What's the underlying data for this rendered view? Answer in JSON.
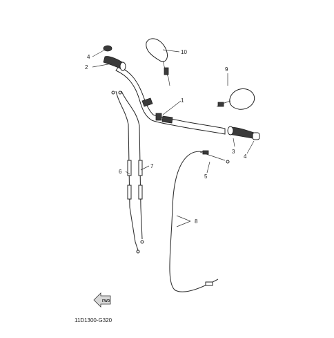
{
  "diagram_code": "11D1300-G320",
  "fwd_label": "FWD",
  "callouts": [
    {
      "id": "c1",
      "label": "1"
    },
    {
      "id": "c2",
      "label": "2"
    },
    {
      "id": "c3",
      "label": "3"
    },
    {
      "id": "c4a",
      "label": "4"
    },
    {
      "id": "c4b",
      "label": "4"
    },
    {
      "id": "c5",
      "label": "5"
    },
    {
      "id": "c6",
      "label": "6"
    },
    {
      "id": "c7",
      "label": "7"
    },
    {
      "id": "c8",
      "label": "8"
    },
    {
      "id": "c9",
      "label": "9"
    },
    {
      "id": "c10",
      "label": "10"
    }
  ]
}
